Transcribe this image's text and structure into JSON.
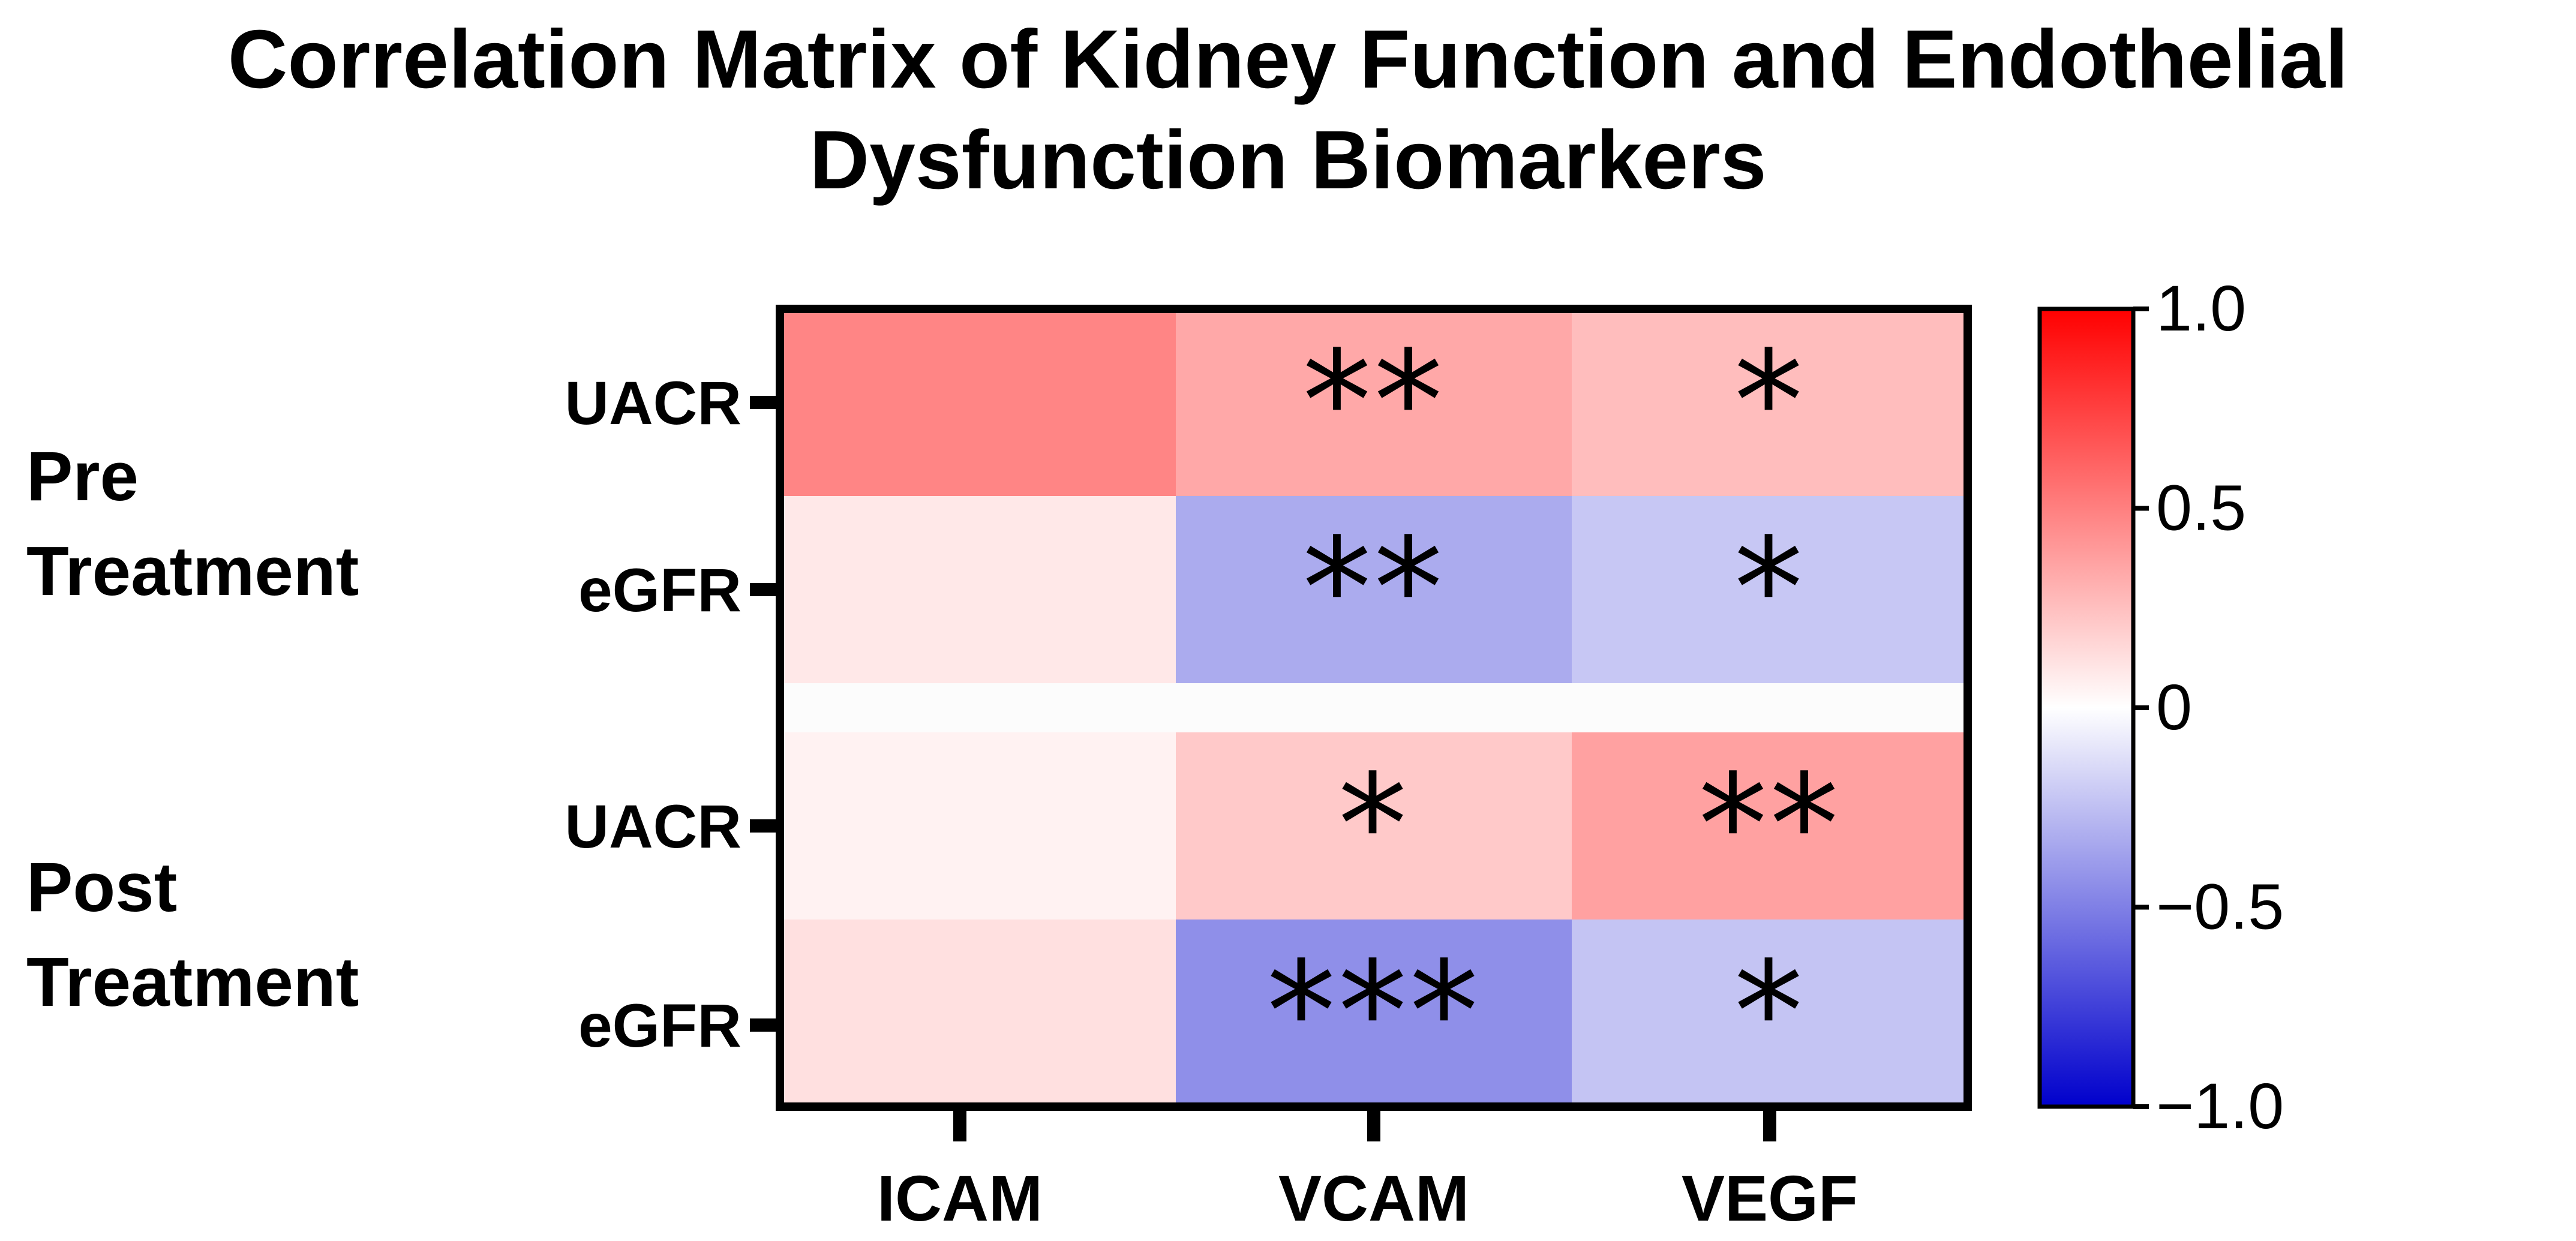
{
  "chart_data": {
    "type": "heatmap",
    "title": [
      "Correlation Matrix of Kidney Function and Endothelial",
      "Dysfunction Biomarkers"
    ],
    "columns": [
      "ICAM",
      "VCAM",
      "VEGF"
    ],
    "groups": [
      {
        "label": [
          "Pre",
          "Treatment"
        ],
        "rows": [
          {
            "name": "UACR",
            "values": [
              0.48,
              0.34,
              0.26
            ],
            "significance": [
              "",
              "**",
              "*"
            ]
          },
          {
            "name": "eGFR",
            "values": [
              0.09,
              -0.33,
              -0.22
            ],
            "significance": [
              "",
              "**",
              "*"
            ]
          }
        ]
      },
      {
        "label": [
          "Post",
          "Treatment"
        ],
        "rows": [
          {
            "name": "UACR",
            "values": [
              0.05,
              0.21,
              0.37
            ],
            "significance": [
              "",
              "*",
              "**"
            ]
          },
          {
            "name": "eGFR",
            "values": [
              0.12,
              -0.44,
              -0.23
            ],
            "significance": [
              "",
              "***",
              "*"
            ]
          }
        ]
      }
    ],
    "colorbar": {
      "range": [
        -1.0,
        1.0
      ],
      "ticks": [
        "1.0",
        "0.5",
        "0",
        "-0.5",
        "-1.0"
      ],
      "colors": {
        "max": "#ff0000",
        "mid": "#ffffff",
        "min": "#0000cc"
      }
    },
    "grid": false
  }
}
